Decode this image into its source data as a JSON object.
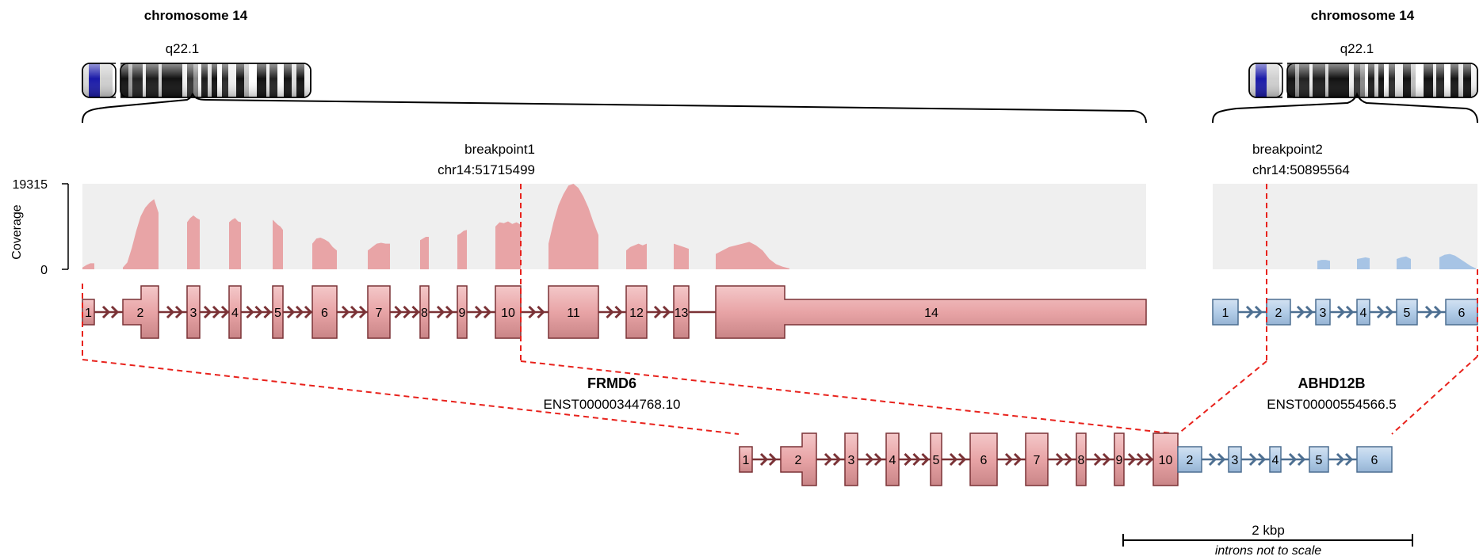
{
  "left_chromosome": {
    "name": "chromosome 14",
    "band": "q22.1"
  },
  "right_chromosome": {
    "name": "chromosome 14",
    "band": "q22.1"
  },
  "breakpoint1": {
    "label": "breakpoint1",
    "position": "chr14:51715499"
  },
  "breakpoint2": {
    "label": "breakpoint2",
    "position": "chr14:50895564"
  },
  "coverage": {
    "axis_label": "Coverage",
    "max_label": "19315",
    "min_label": "0",
    "max": 19315
  },
  "gene5": {
    "name": "FRMD6",
    "transcript": "ENST00000344768.10",
    "color": "#e8a4a6",
    "stroke": "#7a3236",
    "exons": [
      "1",
      "2",
      "3",
      "4",
      "5",
      "6",
      "7",
      "8",
      "9",
      "10",
      "11",
      "12",
      "13",
      "14"
    ]
  },
  "gene3": {
    "name": "ABHD12B",
    "transcript": "ENST00000554566.5",
    "color": "#b3cde8",
    "stroke": "#4d6f91",
    "exons": [
      "1",
      "2",
      "3",
      "4",
      "5",
      "6"
    ]
  },
  "fusion": {
    "exons5": [
      "1",
      "2",
      "3",
      "4",
      "5",
      "6",
      "7",
      "8",
      "9",
      "10"
    ],
    "exons3": [
      "2",
      "3",
      "4",
      "5",
      "6"
    ]
  },
  "scale": {
    "label": "2 kbp",
    "note": "introns not to scale"
  }
}
